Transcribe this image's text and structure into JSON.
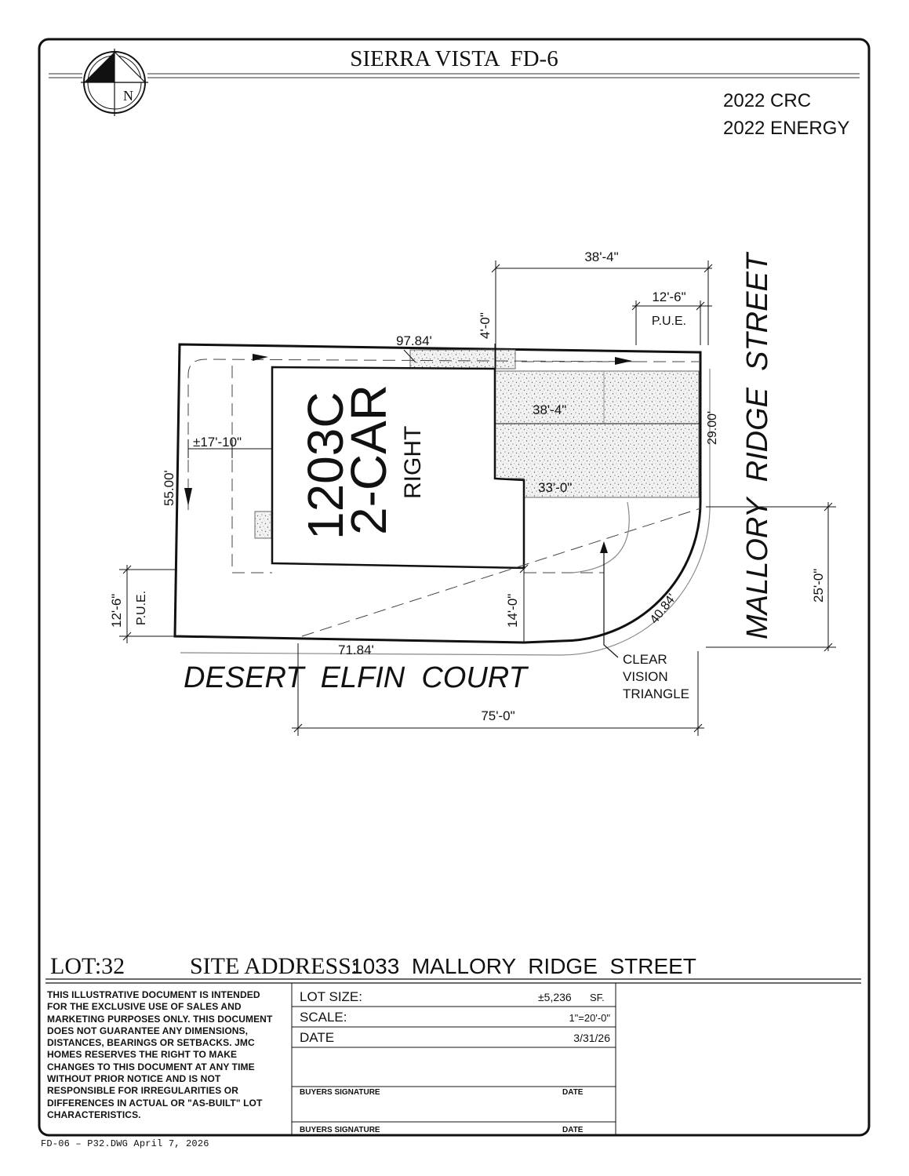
{
  "title": "SIERRA VISTA  FD-6",
  "codes": [
    "2022 CRC",
    "2022 ENERGY"
  ],
  "north_label": "N",
  "plan": {
    "model": "1203C",
    "garage": "2-CAR",
    "orientation": "RIGHT"
  },
  "streets": {
    "east": "MALLORY  RIDGE  STREET",
    "south": "DESERT  ELFIN  COURT"
  },
  "dimensions": {
    "top_overall": "38'-4\"",
    "top_pue": "12'-6\"",
    "top_pue_label": "P.U.E.",
    "top_setback": "4'-0\"",
    "north_line": "97.84'",
    "side_setback": "±17'-10\"",
    "west_line": "55.00'",
    "driveway_width": "38'-4\"",
    "east_line": "29.00'",
    "garage_depth": "33'-0\"",
    "front_setback": "14'-0\"",
    "curve": "40.84'",
    "corner_right": "25'-0\"",
    "left_pue": "12'-6\"",
    "left_pue_label": "P.U.E.",
    "south_line": "71.84'",
    "bottom_overall": "75'-0\""
  },
  "clear_vision": [
    "CLEAR",
    "VISION",
    "TRIANGLE"
  ],
  "lot": {
    "lot_label": "LOT:32",
    "address_prefix": "SITE ADDRESS:",
    "address": "1033  MALLORY  RIDGE  STREET"
  },
  "disclaimer": "THIS ILLUSTRATIVE DOCUMENT IS INTENDED FOR THE EXCLUSIVE USE OF SALES AND MARKETING PURPOSES ONLY. THIS DOCUMENT DOES NOT GUARANTEE ANY DIMENSIONS, DISTANCES, BEARINGS OR SETBACKS. JMC HOMES RESERVES THE RIGHT TO MAKE CHANGES TO THIS DOCUMENT AT ANY TIME WITHOUT PRIOR NOTICE AND IS NOT RESPONSIBLE FOR IRREGULARITIES OR DIFFERENCES IN ACTUAL OR \"AS-BUILT\" LOT CHARACTERISTICS.",
  "info": {
    "lot_size_label": "LOT SIZE:",
    "lot_size_value": "±5,236",
    "lot_size_unit": "SF.",
    "scale_label": "SCALE:",
    "scale_value": "1\"=20'-0\"",
    "date_label": "DATE",
    "date_value": "3/31/26",
    "buyers_signature_1": "BUYERS SIGNATURE",
    "date_1": "DATE",
    "buyers_signature_2": "BUYERS SIGNATURE",
    "date_2": "DATE"
  },
  "footer_ref": "FD-06 – P32.DWG April 7, 2026"
}
